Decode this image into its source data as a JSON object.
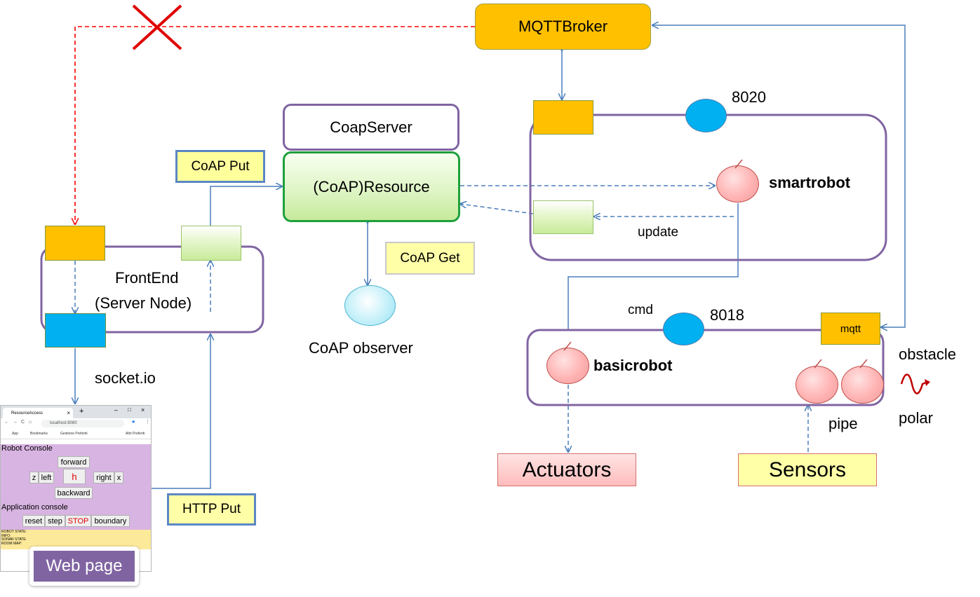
{
  "nodes": {
    "mqtt_broker": "MQTTBroker",
    "coap_server": "CoapServer",
    "coap_resource": "(CoAP)Resource",
    "frontend_line1": "FrontEnd",
    "frontend_line2": "(Server Node)",
    "coap_observer": "CoAP observer",
    "smartrobot": "smartrobot",
    "basicrobot": "basicrobot",
    "mqtt_small": "mqtt",
    "actuators": "Actuators",
    "sensors": "Sensors",
    "web_page": "Web page"
  },
  "labels": {
    "coap_put": "CoAP Put",
    "coap_get": "CoAP Get",
    "http_put": "HTTP Put",
    "socket_io": "socket.io",
    "update": "update",
    "cmd": "cmd",
    "port_8020": "8020",
    "port_8018": "8018",
    "obstacle": "obstacle",
    "polar": "polar",
    "pipe": "pipe"
  },
  "webpage": {
    "tab_title": "ResourceAccess",
    "url": "localhost:8080",
    "bookmarks": [
      "App",
      "Bookmarks",
      "Gestione Preferiti",
      "Altri Preferiti"
    ],
    "robot_console_title": "Robot Console",
    "btn_forward": "forward",
    "btn_z": "z",
    "btn_left": "left",
    "btn_h": "h",
    "btn_right": "right",
    "btn_x": "x",
    "btn_backward": "backward",
    "app_console_title": "Application console",
    "btn_reset": "reset",
    "btn_step": "step",
    "btn_stop": "STOP",
    "btn_boundary": "boundary",
    "status_lines": [
      "ROBOT STATE:",
      "INFO:",
      "SONAR STATE:",
      "ROOM MAP:"
    ]
  },
  "colors": {
    "connector_blue": "#4a7ebb",
    "broken_link_red": "#ff0000",
    "container_purple": "#8064a2",
    "resource_green": "#1ea03c",
    "node_orange": "#ffc000",
    "port_blue": "#00b0f0"
  }
}
